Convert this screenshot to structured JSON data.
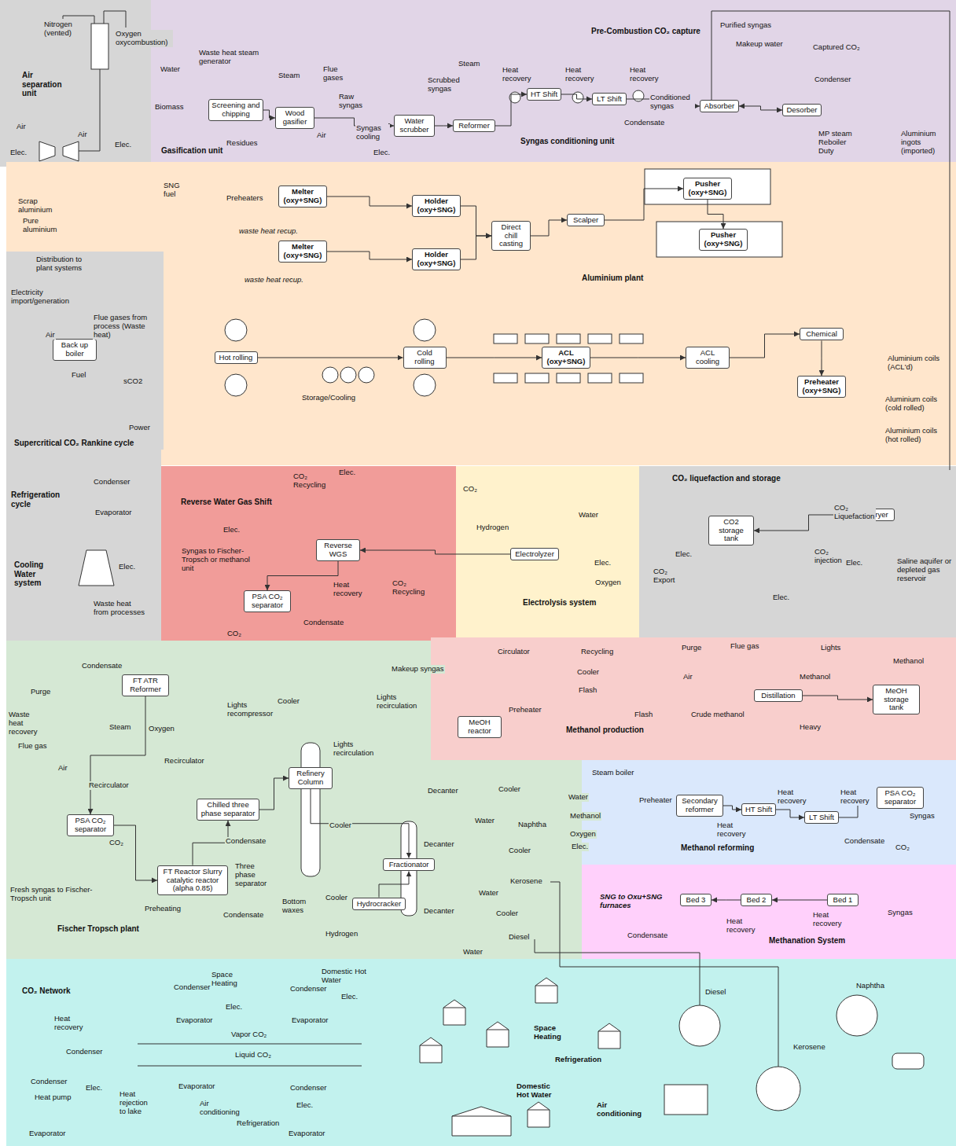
{
  "diagram": {
    "nodes": [
      {
        "text": [
          "Air separation unit"
        ]
      },
      {
        "text": [
          "Gasification unit",
          "Syngas conditioning unit",
          "Pre-Combustion CO₂ capture"
        ]
      },
      {
        "text": [
          "Aluminium plant"
        ]
      },
      {
        "text": [
          "Supercritical CO₂ Rankine cycle"
        ]
      },
      {
        "text": [
          "Refrigeration cycle",
          "Cooling Water system"
        ]
      },
      {
        "text": [
          "Reverse Water Gas Shift"
        ]
      },
      {
        "text": [
          "Electrolysis system"
        ]
      },
      {
        "text": [
          "CO₂ liquefaction and storage"
        ]
      },
      {
        "text": [
          "Methanol production"
        ]
      },
      {
        "text": [
          "Fischer Tropsch plant"
        ]
      },
      {
        "text": [
          "Methanol reforming"
        ]
      },
      {
        "text": [
          "Methanation System"
        ]
      },
      {
        "text": [
          "CO₂ Network"
        ]
      },
      {
        "text": [
          "Screening and chipping"
        ],
        "in": 1
      },
      {
        "text": [
          "Wood gasifier"
        ],
        "in": 1
      },
      {
        "text": [
          "Water scrubber"
        ],
        "in": 1
      },
      {
        "text": [
          "Reformer"
        ],
        "in": 1
      },
      {
        "text": [
          "HT Shift"
        ],
        "in": 1
      },
      {
        "text": [
          "LT Shift"
        ],
        "in": 1
      },
      {
        "text": [
          "Absorber"
        ],
        "in": 1
      },
      {
        "text": [
          "Desorber"
        ],
        "in": 1
      },
      {
        "text": [
          "Melter (oxy+SNG)"
        ],
        "in": 2
      },
      {
        "text": [
          "Melter (oxy+SNG)"
        ],
        "in": 2
      },
      {
        "text": [
          "Holder (oxy+SNG)"
        ],
        "in": 2
      },
      {
        "text": [
          "Holder (oxy+SNG)"
        ],
        "in": 2
      },
      {
        "text": [
          "Direct chill casting"
        ],
        "in": 2
      },
      {
        "text": [
          "Scalper"
        ],
        "in": 2
      },
      {
        "text": [
          "Pusher (oxy+SNG)"
        ],
        "in": 2
      },
      {
        "text": [
          "Pusher (oxy+SNG)"
        ],
        "in": 2
      },
      {
        "text": [
          "Hot rolling"
        ],
        "in": 2
      },
      {
        "text": [
          "Cold rolling"
        ],
        "in": 2
      },
      {
        "text": [
          "ACL (oxy+SNG)"
        ],
        "in": 2
      },
      {
        "text": [
          "ACL cooling"
        ],
        "in": 2
      },
      {
        "text": [
          "Chemical"
        ],
        "in": 2
      },
      {
        "text": [
          "Preheater (oxy+SNG)"
        ],
        "in": 2
      },
      {
        "text": [
          "Back up boiler"
        ],
        "in": 3
      },
      {
        "text": [
          "Reverse WGS"
        ],
        "in": 5
      },
      {
        "text": [
          "PSA CO₂ separator"
        ],
        "in": 5
      },
      {
        "text": [
          "Electrolyzer"
        ],
        "in": 6
      },
      {
        "text": [
          "CO2 storage tank"
        ],
        "in": 7
      },
      {
        "text": [
          "Dryer"
        ],
        "in": 7
      },
      {
        "text": [
          "MeOH reactor"
        ],
        "in": 8
      },
      {
        "text": [
          "Distillation"
        ],
        "in": 8
      },
      {
        "text": [
          "MeOH storage tank"
        ],
        "in": 8
      },
      {
        "text": [
          "FT ATR Reformer"
        ],
        "in": 9
      },
      {
        "text": [
          "PSA CO₂ separator"
        ],
        "in": 9
      },
      {
        "text": [
          "FT Reactor Slurry catalytic reactor (alpha 0.85)"
        ],
        "in": 9
      },
      {
        "text": [
          "Refinery Column"
        ],
        "in": 9
      },
      {
        "text": [
          "Fractionator"
        ],
        "in": 9
      },
      {
        "text": [
          "Hydrocracker"
        ],
        "in": 9
      },
      {
        "text": [
          "Chilled three phase separator"
        ],
        "in": 9
      },
      {
        "text": [
          "Secondary reformer"
        ],
        "in": 10
      },
      {
        "text": [
          "HT Shift"
        ],
        "in": 10
      },
      {
        "text": [
          "LT Shift"
        ],
        "in": 10
      },
      {
        "text": [
          "PSA CO₂ separator"
        ],
        "in": 10
      },
      {
        "text": [
          "Bed 1"
        ],
        "in": 11
      },
      {
        "text": [
          "Bed 2"
        ],
        "in": 11
      },
      {
        "text": [
          "Bed 3"
        ],
        "in": 11
      }
    ],
    "edges": [
      {
        "from": 13,
        "to": 14,
        "arrow": "to"
      },
      {
        "from": 14,
        "to": 15,
        "arrow": "to"
      },
      {
        "from": 15,
        "to": 16,
        "arrow": "to"
      },
      {
        "from": 16,
        "to": 17,
        "arrow": "to"
      },
      {
        "from": 17,
        "to": 18,
        "arrow": "to"
      },
      {
        "from": 18,
        "to": 19,
        "arrow": "to"
      },
      {
        "from": 19,
        "to": 20,
        "arrow": "both"
      },
      {
        "from": 21,
        "to": 23,
        "arrow": "to"
      },
      {
        "from": 22,
        "to": 24,
        "arrow": "to"
      },
      {
        "from": 23,
        "to": 25,
        "arrow": "to"
      },
      {
        "from": 24,
        "to": 25,
        "arrow": "to"
      },
      {
        "from": 25,
        "to": 26,
        "arrow": "to"
      },
      {
        "from": 26,
        "to": 27,
        "arrow": "to"
      },
      {
        "from": 27,
        "to": 28,
        "arrow": "to"
      },
      {
        "from": 29,
        "to": 30,
        "arrow": "to"
      },
      {
        "from": 30,
        "to": 31,
        "arrow": "to"
      },
      {
        "from": 31,
        "to": 32,
        "arrow": "to"
      },
      {
        "from": 32,
        "to": 33,
        "arrow": "to"
      },
      {
        "from": 33,
        "to": 34,
        "arrow": "to"
      },
      {
        "from": 36,
        "to": 37,
        "arrow": "to"
      },
      {
        "from": 38,
        "to": 36,
        "arrow": "to"
      },
      {
        "from": 40,
        "to": 39,
        "arrow": "to"
      },
      {
        "from": 42,
        "to": 43,
        "arrow": "to"
      },
      {
        "from": 44,
        "to": 45,
        "arrow": "to"
      },
      {
        "from": 45,
        "to": 46,
        "arrow": "to"
      },
      {
        "from": 46,
        "to": 50,
        "arrow": "to"
      },
      {
        "from": 50,
        "to": 47,
        "arrow": "to"
      },
      {
        "from": 47,
        "to": 48,
        "arrow": "to"
      },
      {
        "from": 49,
        "to": 48,
        "arrow": "to"
      },
      {
        "from": 51,
        "to": 52,
        "arrow": "to"
      },
      {
        "from": 52,
        "to": 53,
        "arrow": "to"
      },
      {
        "from": 53,
        "to": 54,
        "arrow": "to"
      },
      {
        "from": 55,
        "to": 56,
        "arrow": "to"
      },
      {
        "from": 56,
        "to": 57,
        "arrow": "to"
      }
    ],
    "labels": [
      "Nitrogen (vented)",
      "Oxygen oxycombustion)",
      "Air",
      "Air",
      "Elec.",
      "Elec.",
      "Water",
      "Waste heat steam generator",
      "Steam",
      "Flue gases",
      "Biomass",
      "Residues",
      "Raw syngas",
      "Syngas cooling",
      "Air",
      "Elec.",
      "Scrubbed syngas",
      "Steam",
      "Heat recovery",
      "Heat recovery",
      "Heat recovery",
      "Condensate",
      "Conditioned syngas",
      "Purified syngas",
      "Makeup water",
      "Captured CO₂",
      "Condenser",
      "MP steam Reboiler Duty",
      "Aluminium ingots (imported)",
      "SNG fuel",
      "Scrap aluminium",
      "Pure aluminium",
      "Preheaters",
      "waste heat recup.",
      "waste heat recup.",
      "Storage/Cooling",
      "Aluminium coils (ACL'd)",
      "Aluminium coils (cold rolled)",
      "Aluminium coils (hot rolled)",
      "Distribution to plant systems",
      "Electricity import/generation",
      "Flue gases from process (Waste heat)",
      "Air",
      "Fuel",
      "sCO2",
      "Power",
      "Condenser",
      "Evaporator",
      "Elec.",
      "Waste heat from processes",
      "CO₂ Recycling",
      "Elec.",
      "Elec.",
      "Syngas to Fischer-Tropsch or methanol unit",
      "Heat recovery",
      "CO₂ Recycling",
      "Condensate",
      "CO₂",
      "CO₂",
      "Hydrogen",
      "Water",
      "Elec.",
      "Oxygen",
      "CO₂ Liquefaction",
      "Elec.",
      "CO₂ injection",
      "Elec.",
      "CO₂ Export",
      "Saline aquifer or depleted gas reservoir",
      "Elec.",
      "Circulator",
      "Recycling",
      "Purge",
      "Flue gas",
      "Lights",
      "Cooler",
      "Flash",
      "Makeup syngas",
      "Air",
      "Methanol",
      "Methanol",
      "Flash",
      "Preheater",
      "Crude methanol",
      "Heavy",
      "Steam boiler",
      "Water",
      "Preheater",
      "Heat recovery",
      "Heat recovery",
      "Methanol",
      "Oxygen",
      "Heat recovery",
      "Syngas",
      "Elec.",
      "Condensate",
      "CO₂",
      "SNG to Oxu+SNG furnaces",
      "Syngas",
      "Heat recovery",
      "Heat recovery",
      "Condensate",
      "Condensate",
      "Purge",
      "Lights recompressor",
      "Cooler",
      "Lights recirculation",
      "Waste heat recovery",
      "Steam",
      "Oxygen",
      "Flue gas",
      "Lights recirculation",
      "Recirculator",
      "Air",
      "Recirculator",
      "Decanter",
      "Cooler",
      "Water",
      "Naphtha",
      "CO₂",
      "Condensate",
      "Cooler",
      "Decanter",
      "Cooler",
      "Three phase separator",
      "Kerosene",
      "Water",
      "Fresh syngas to Fischer-Tropsch unit",
      "Preheating",
      "Bottom waxes",
      "Cooler",
      "Decanter",
      "Cooler",
      "Condensate",
      "Hydrogen",
      "Diesel",
      "Water",
      "Space Heating",
      "Domestic Hot Water",
      "Condenser",
      "Elec.",
      "Condenser",
      "Elec.",
      "Evaporator",
      "Evaporator",
      "Heat recovery",
      "Vapor CO₂",
      "Condenser",
      "Liquid CO₂",
      "Condenser",
      "Evaporator",
      "Heat pump",
      "Elec.",
      "Heat rejection to lake",
      "Air conditioning",
      "Condenser",
      "Elec.",
      "Refrigeration",
      "Evaporator",
      "Evaporator",
      "Space Heating",
      "Refrigeration",
      "Domestic Hot Water",
      "Air conditioning",
      "Diesel",
      "Naphtha",
      "Kerosene"
    ]
  }
}
